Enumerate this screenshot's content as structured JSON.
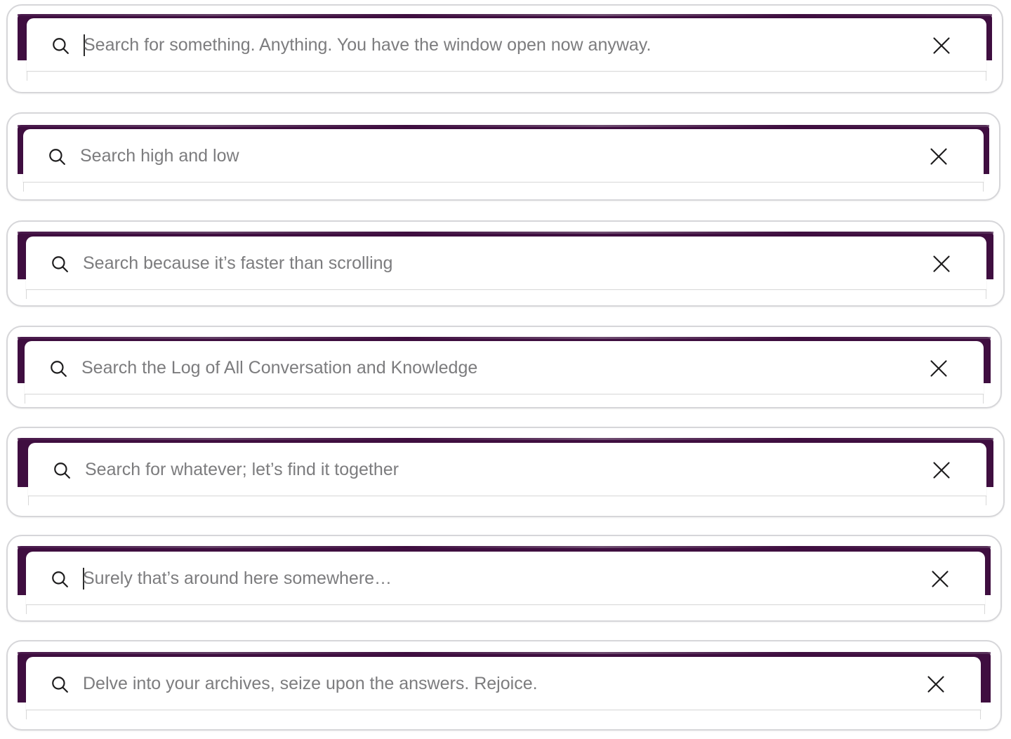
{
  "variants": [
    {
      "placeholder": "Search for something. Anything. You have the window open now anyway.",
      "has_caret": true
    },
    {
      "placeholder": "Search high and low",
      "has_caret": false
    },
    {
      "placeholder": "Search because it’s faster than scrolling",
      "has_caret": false
    },
    {
      "placeholder": "Search the Log of All Conversation and Knowledge",
      "has_caret": false
    },
    {
      "placeholder": "Search for whatever; let’s find it together",
      "has_caret": false
    },
    {
      "placeholder": "Surely that’s around here somewhere…",
      "has_caret": true
    },
    {
      "placeholder": "Delve into your archives, seize upon the answers. Rejoice.",
      "has_caret": false
    }
  ],
  "icons": {
    "search": "search-icon",
    "close": "close-icon"
  },
  "colors": {
    "brand_aubergine": "#3f0e40",
    "placeholder_text": "#7c7c7e",
    "icon": "#1d1c1d"
  }
}
